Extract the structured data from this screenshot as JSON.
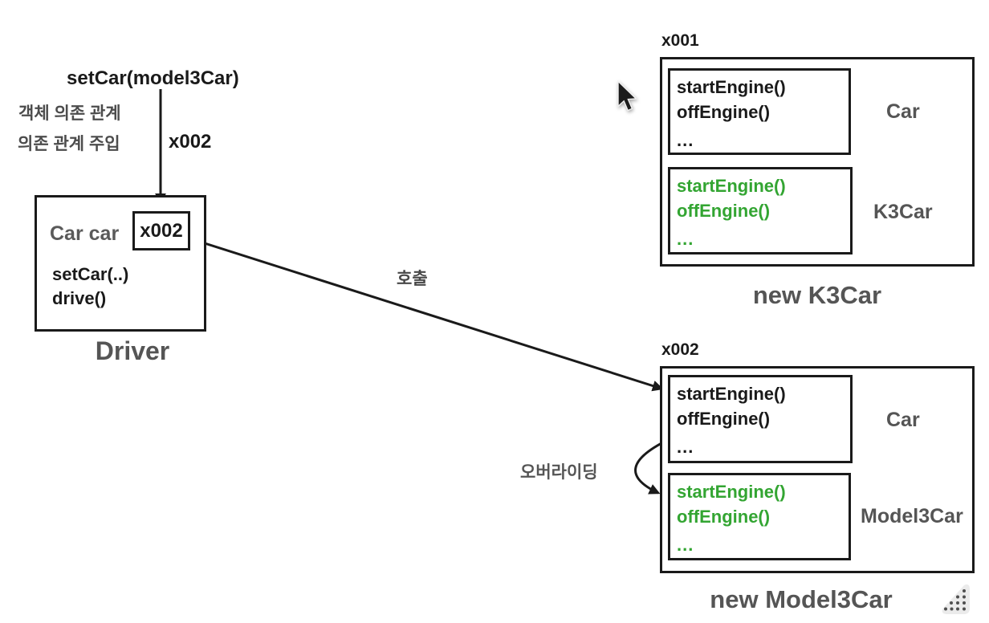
{
  "diagram": {
    "colors": {
      "text_black": "#1a1a1a",
      "label_gray": "#555555",
      "note_gray": "#4c4c4c",
      "override_green": "#33A532",
      "background": "#ffffff"
    },
    "annotations": {
      "set_car_call": "setCar(model3Car)",
      "note_line1": "객체 의존 관계",
      "note_line2": "의존 관계 주입",
      "injected_ref": "x002",
      "call_label": "호출",
      "overriding_label": "오버라이딩"
    },
    "driver": {
      "field_label": "Car car",
      "field_ref": "x002",
      "method1": "setCar(..)",
      "method2": "drive()",
      "caption": "Driver"
    },
    "k3car": {
      "address": "x001",
      "parent": {
        "m1": "startEngine()",
        "m2": "offEngine()",
        "m3": "...",
        "label": "Car"
      },
      "child": {
        "m1": "startEngine()",
        "m2": "offEngine()",
        "m3": "...",
        "label": "K3Car"
      },
      "caption": "new K3Car"
    },
    "model3car": {
      "address": "x002",
      "parent": {
        "m1": "startEngine()",
        "m2": "offEngine()",
        "m3": "...",
        "label": "Car"
      },
      "child": {
        "m1": "startEngine()",
        "m2": "offEngine()",
        "m3": "...",
        "label": "Model3Car"
      },
      "caption": "new Model3Car"
    },
    "icons": {
      "cursor": "pointer-arrow",
      "grip": "resize-grip"
    }
  }
}
